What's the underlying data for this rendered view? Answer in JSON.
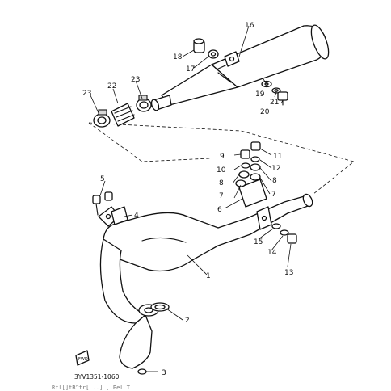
{
  "diagram": {
    "callouts": [
      "1",
      "2",
      "3",
      "4",
      "5",
      "6",
      "7",
      "7",
      "8",
      "8",
      "9",
      "10",
      "11",
      "12",
      "13",
      "14",
      "15",
      "16",
      "17",
      "18",
      "19",
      "20",
      "21",
      "22",
      "23",
      "23"
    ],
    "part_code": "3YV1351-1060",
    "faint_text": "Rfl[]tB^tr[...] , Pel T"
  },
  "icons": [
    "front-arrow-icon"
  ]
}
